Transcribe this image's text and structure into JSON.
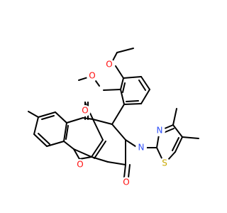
{
  "colors": {
    "background": "#ffffff",
    "bond": "#000000",
    "carbon": "#000000",
    "oxygen": "#ff0d0d",
    "nitrogen": "#3050f8",
    "sulfur": "#c8a800"
  },
  "molecule": {
    "atoms": [
      {
        "id": "o_ome1",
        "label": "O",
        "element": "oxygen"
      },
      {
        "id": "o_ome2",
        "label": "O",
        "element": "oxygen"
      },
      {
        "id": "o_ketone",
        "label": "O",
        "element": "oxygen"
      },
      {
        "id": "n_pyrrole",
        "label": "N",
        "element": "nitrogen"
      },
      {
        "id": "n_thiazole",
        "label": "N",
        "element": "nitrogen"
      },
      {
        "id": "s_thiazole",
        "label": "S",
        "element": "sulfur"
      },
      {
        "id": "o_ring",
        "label": "O",
        "element": "oxygen"
      },
      {
        "id": "o_lactam",
        "label": "O",
        "element": "oxygen"
      }
    ]
  }
}
